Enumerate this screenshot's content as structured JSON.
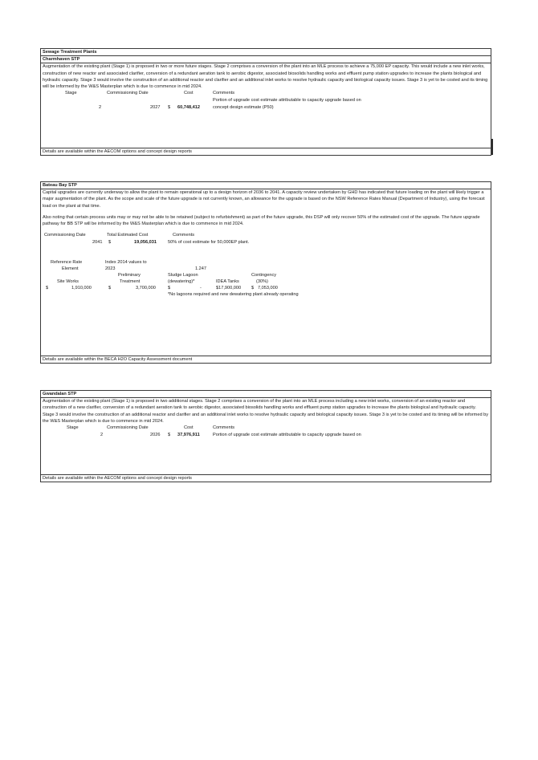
{
  "section_title": "Sewage Treatment Plants",
  "charmhaven": {
    "name": "Charmhaven STP",
    "description": "Augmentation of the existing plant (Stage 1) is proposed in two or more future stages. Stage 2 comprises a conversion of the plant into an MLE process to achieve a 75,000 EP capacity. This would include a new inlet works, construction of new reactor and associated clarifier, conversion of a redundant aeration tank to aerobic digestor, associated biosolids handling works and effluent pump station upgrades to increase the plants biological and hydraulic capacity. Stage 3 would involve the construction of an additional reactor and clarifier and an additional inlet works to resolve hydraulic capacity and biological capacity issues. Stage 3 is yet to be costed and its timing will be informed by the W&S Masterplan which is due to commence in mid 2024.",
    "table": {
      "headers": {
        "stage": "Stage",
        "date": "Commissioning Date",
        "cost": "Cost",
        "comments": "Comments"
      },
      "row": {
        "stage": "2",
        "date": "2027",
        "currency": "$",
        "cost": "60,748,412",
        "comment_line1": "Portion of upgrade cost estimate attributable to capacity upgrade based on",
        "comment_line2": "concept design estimate (P50)"
      }
    },
    "footer": "Details are available within the AECOM options and concept design reports"
  },
  "bateau_bay": {
    "name": "Bateau Bay STP",
    "para1": "Capital upgrades are currently underway to allow the plant to remain operational up to a design horizon of 2036 to 2041. A capacity review undertaken by GHD has indicated that future loading on the plant will likely trigger a major augmentation of the plant. As the scope and scale of the future upgrade is not currently known, an allowance for the upgrade is based on the NSW Reference Rates Manual (Department of Industry), using the forecast load on the plant at that time.",
    "para2": "Also noting that certain process units may or may not be able to be retained (subject to refurbishment) as part of the future upgrade, this DSP will only recover 50% of the estimated cost of the upgrade. The future upgrade pathway for BB STP will be informed by the W&S Masterplan which is due to commence in mid 2024.",
    "table1": {
      "headers": {
        "date": "Commissioning Date",
        "total": "Total Estimated Cost",
        "comments": "Comments"
      },
      "row": {
        "date": "2041",
        "currency": "$",
        "total": "19,056,031",
        "comment": "50% of cost estimate for 50,000EP plant."
      }
    },
    "table2": {
      "ref_rate_label1": "Reference Rate",
      "ref_rate_label2": "Element",
      "index_label1": "Index 2014 values to",
      "index_label2": "2023",
      "index_value": "1.247",
      "col_prelim1": "Preliminary",
      "col_prelim2": "Treatment",
      "col_sludge1": "Sludge Lagoon",
      "col_sludge2": "(dewatering)*",
      "col_idea": "IDEA Tanks",
      "col_cont1": "Contingency",
      "col_cont2": "(30%)",
      "col_site": "Site Works",
      "site_currency": "$",
      "site_value": "1,910,000",
      "prelim_currency": "$",
      "prelim_value": "3,700,000",
      "sludge_currency": "$",
      "sludge_value": "-",
      "idea_value": "$17,900,000",
      "cont_currency": "$",
      "cont_value": "7,053,000",
      "note": "*No lagoons required and new dewatering plant already operating"
    },
    "footer": "Details are available within the BECA H2O Capacity Assessment document"
  },
  "gwandalan": {
    "name": "Gwandalan STP",
    "description": "Augmentation of the existing plant (Stage 1) is proposed in two additional stages. Stage 2 comprises a conversion of the plant into an MLE process including a new inlet works, conversion of an existing reactor and construction of a new clarifier, conversion of a redundant aeration tank to aerobic digestor, associated biosolids handling works and effluent pump station upgrades to increase the plants biological and hydraulic capacity. Stage 3 would involve the construction of an additional reactor and clarifier and an additional inlet works to resolve hydraulic capacity and biological capacity issues. Stage 3 is yet to be costed and its timing will be informed by the W&S Masterplan which is due to commence in mid 2024.",
    "table": {
      "headers": {
        "stage": "Stage",
        "date": "Commissioning Date",
        "cost": "Cost",
        "comments": "Comments"
      },
      "row": {
        "stage": "2",
        "date": "2026",
        "currency": "$",
        "cost": "37,976,911",
        "comment": "Portion of upgrade cost estimate attributable to capacity upgrade based on"
      }
    },
    "footer": "Details are available within the AECOM options and concept design reports"
  }
}
